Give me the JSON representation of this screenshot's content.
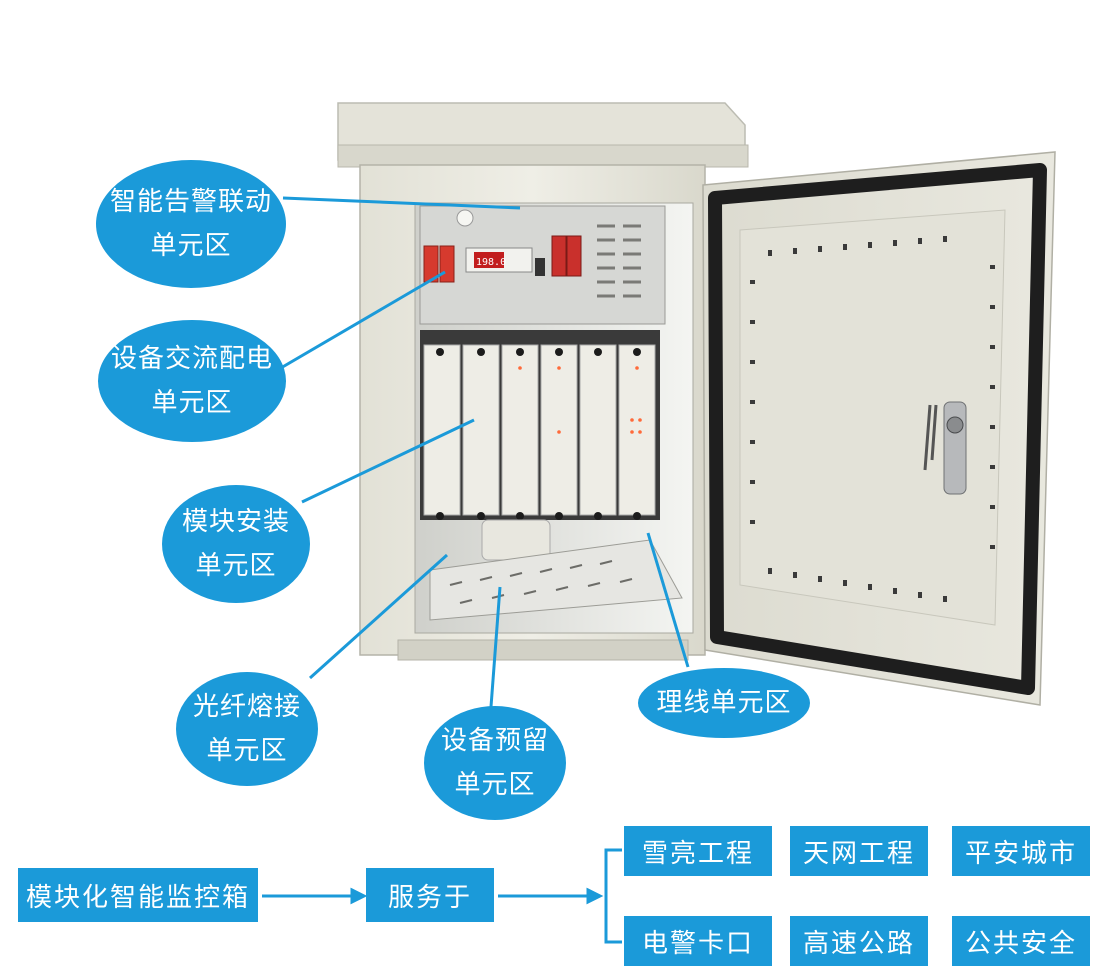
{
  "callouts": {
    "alarm": {
      "line1": "智能告警联动",
      "line2": "单元区"
    },
    "ac_power": {
      "line1": "设备交流配电",
      "line2": "单元区"
    },
    "module": {
      "line1": "模块安装",
      "line2": "单元区"
    },
    "fiber": {
      "line1": "光纤熔接",
      "line2": "单元区"
    },
    "reserve": {
      "line1": "设备预留",
      "line2": "单元区"
    },
    "cabling": {
      "line1": "理线单元区"
    }
  },
  "service": {
    "product": "模块化智能监控箱",
    "serves": "服务于",
    "targets": [
      "雪亮工程",
      "天网工程",
      "平安城市",
      "电警卡口",
      "高速公路",
      "公共安全"
    ]
  },
  "panel": {
    "display_value": "198.0"
  },
  "colors": {
    "accent": "#1b9ad9",
    "cabinet": "#e9e8df",
    "door_seal": "#1e1e1e"
  }
}
